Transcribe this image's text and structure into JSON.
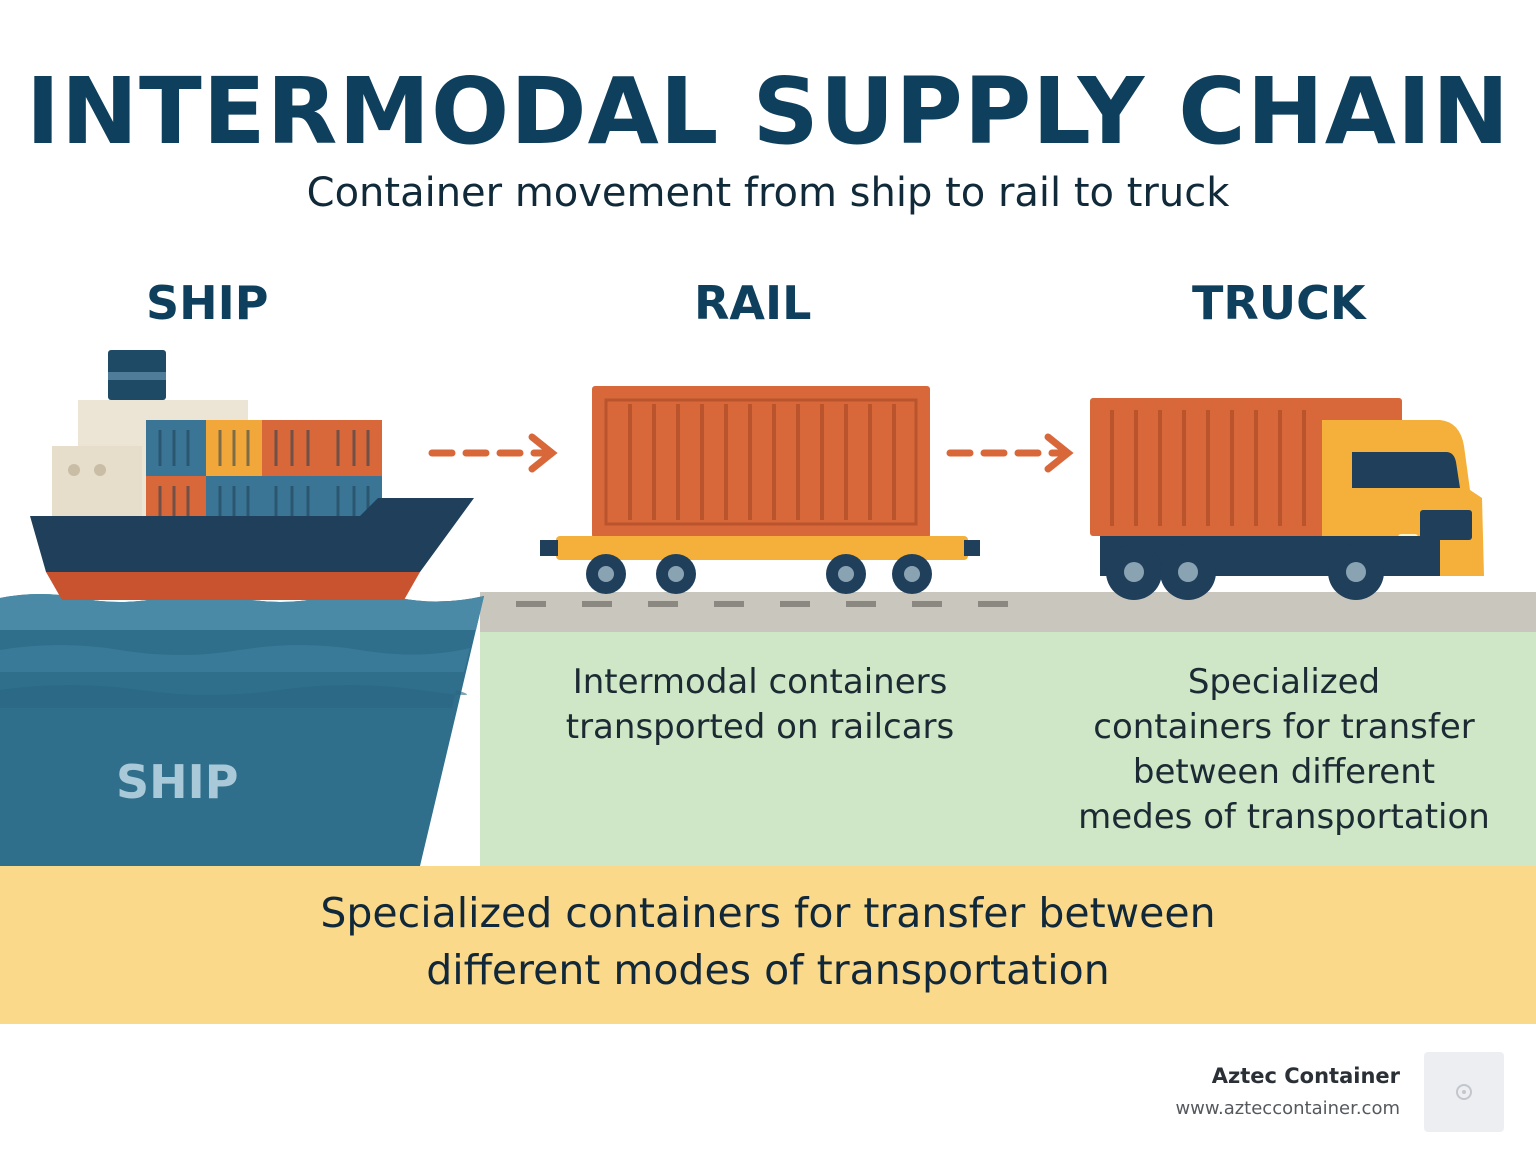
{
  "title": "INTERMODAL SUPPLY CHAIN",
  "subtitle": "Container movement from ship to rail to truck",
  "modes": {
    "ship": "SHIP",
    "rail": "RAIL",
    "truck": "TRUCK"
  },
  "water_label": "SHIP",
  "panels": {
    "rail_text_line1": "Intermodal containers",
    "rail_text_line2": "transported on railcars",
    "truck_text_line1": "Specialized",
    "truck_text_line2": "containers for transfer",
    "truck_text_line3": "between different",
    "truck_text_line4": "medes of transportation"
  },
  "banner": {
    "line1": "Specialized containers for transfer between",
    "line2": "different modes of transportation"
  },
  "footer": {
    "company": "Aztec Container",
    "url": "www.azteccontainer.com"
  },
  "colors": {
    "navy": "#0e3f5c",
    "orange": "#d8683a",
    "yellow": "#f4b03a",
    "water": "#2f6f8c",
    "green_panel": "#cfe7c6",
    "banner": "#fbd98a",
    "road": "#c9c6bd"
  },
  "icons": [
    "ship-icon",
    "railcar-icon",
    "truck-icon",
    "arrow-right-icon",
    "logo-icon"
  ]
}
